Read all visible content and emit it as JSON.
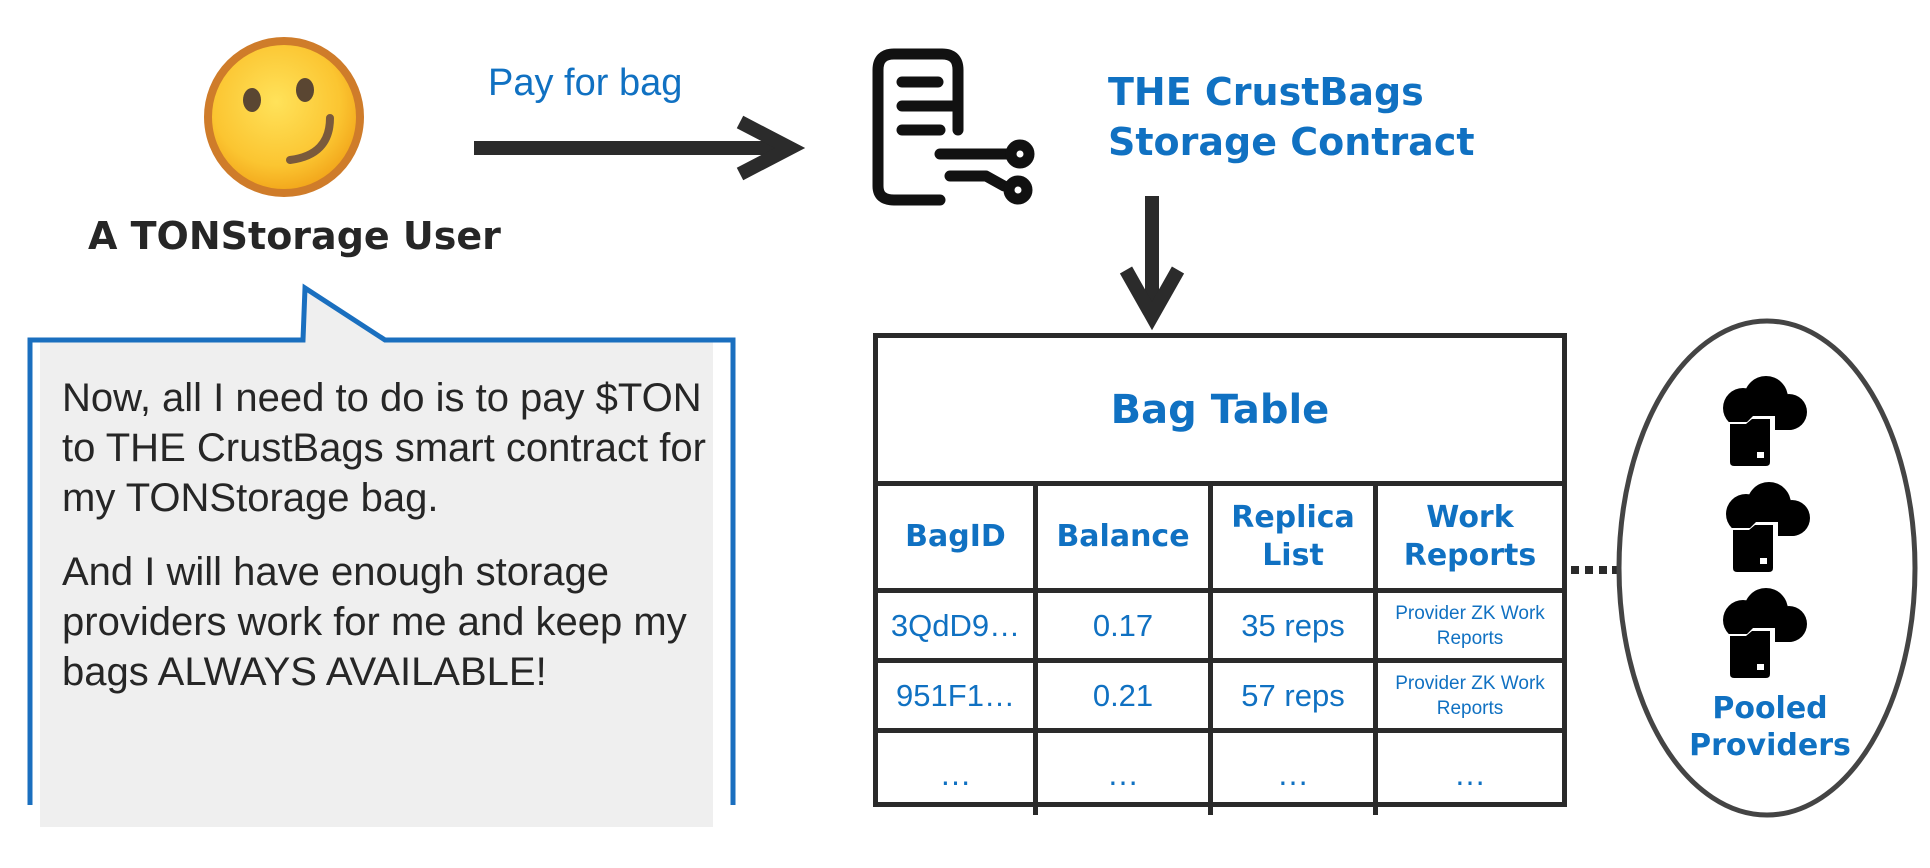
{
  "user": {
    "label": "A TONStorage User",
    "icon": "smiley-icon"
  },
  "payment": {
    "label": "Pay for bag"
  },
  "contract": {
    "title_line1": "THE CrustBags",
    "title_line2": "Storage Contract",
    "icon": "contract-document-icon"
  },
  "speech": {
    "paragraph1": "Now, all I need to do is to pay $TON to THE CrustBags smart contract for my TONStorage bag.",
    "paragraph2": "And I will have enough storage providers work for me and keep my bags ALWAYS AVAILABLE!"
  },
  "bag_table": {
    "title": "Bag Table",
    "headers": [
      "BagID",
      "Balance",
      "Replica List",
      "Work Reports"
    ],
    "rows": [
      [
        "3QdD9…",
        "0.17",
        "35 reps",
        "Provider ZK Work Reports"
      ],
      [
        "951F1…",
        "0.21",
        "57 reps",
        "Provider ZK Work Reports"
      ],
      [
        "…",
        "…",
        "…",
        "…"
      ]
    ]
  },
  "providers": {
    "label_line1": "Pooled",
    "label_line2": "Providers",
    "icon": "cloud-folder-icon",
    "count": 3
  },
  "colors": {
    "accent": "#1071c2",
    "dark": "#262626",
    "bubble_fill": "#efefef"
  }
}
